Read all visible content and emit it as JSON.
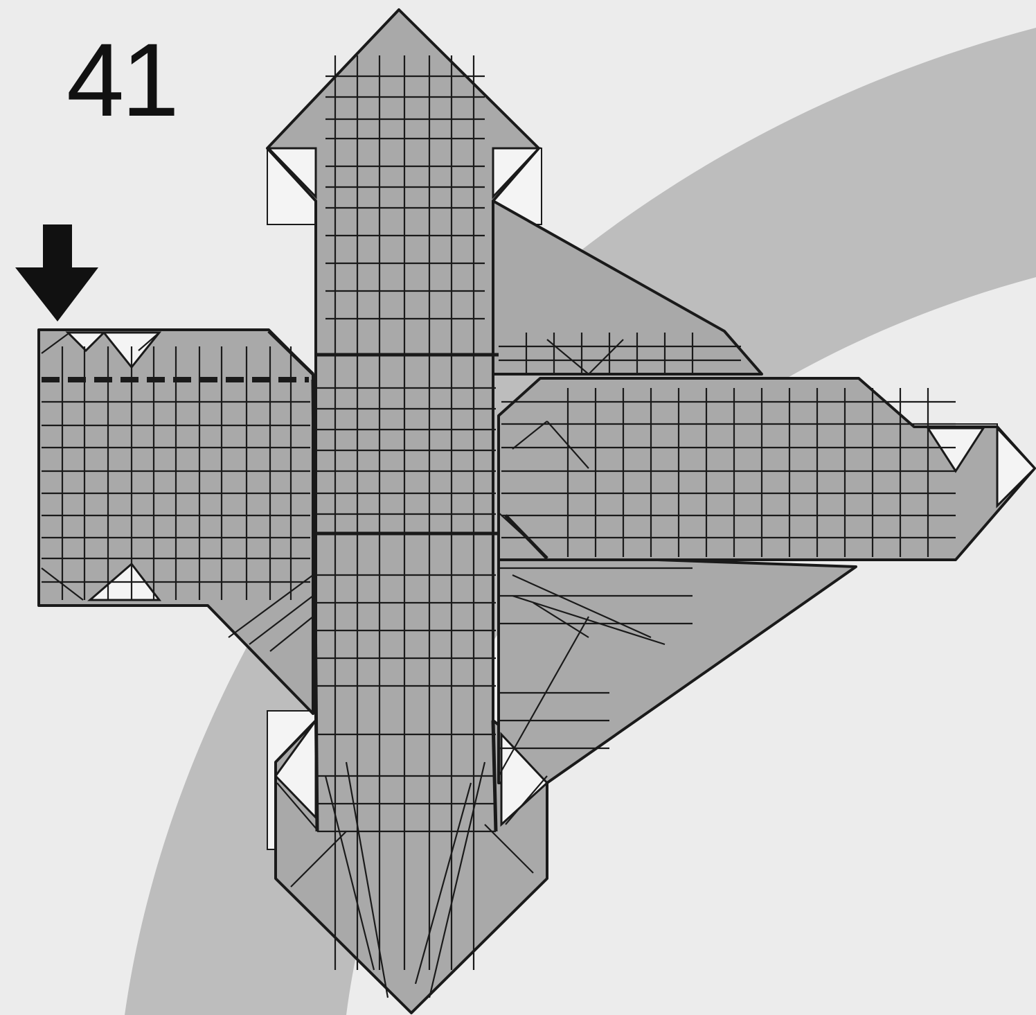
{
  "diagram": {
    "step_number": "41",
    "colors": {
      "background": "#ececec",
      "arc": "#bdbdbd",
      "paper": "#a9a9a9",
      "paper_light": "#f4f4f4",
      "line": "#1a1a1a",
      "arrow": "#111111"
    },
    "arrow": {
      "icon": "arrow-down-icon",
      "direction": "down"
    },
    "fold_line": {
      "style": "dashed",
      "type": "valley-fold"
    }
  }
}
